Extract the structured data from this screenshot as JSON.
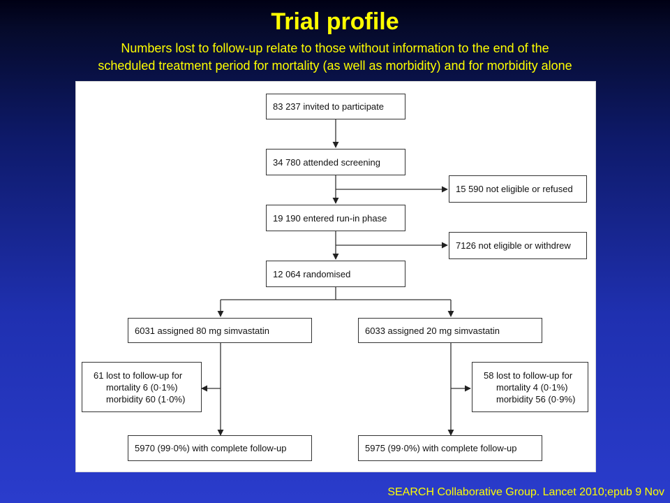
{
  "slide": {
    "title": "Trial profile",
    "subtitle_line1": "Numbers lost to follow-up relate to those without information to the end of the",
    "subtitle_line2": "scheduled treatment period for mortality (as well as morbidity) and for morbidity alone",
    "citation": "SEARCH Collaborative Group. Lancet 2010;epub 9 Nov"
  },
  "flowchart": {
    "invited": "83 237 invited to participate",
    "screening": "34 780 attended screening",
    "excluded_screening": "15 590 not eligible or refused",
    "run_in": "19 190 entered run-in phase",
    "excluded_run_in": "7126 not eligible or withdrew",
    "randomised": "12 064 randomised",
    "arm_80": {
      "assigned": "6031 assigned 80 mg simvastatin",
      "lost_line1": "61 lost to follow-up for",
      "lost_line2": "mortality 6 (0·1%)",
      "lost_line3": "morbidity 60 (1·0%)",
      "complete": "5970 (99·0%) with complete follow-up"
    },
    "arm_20": {
      "assigned": "6033 assigned 20 mg simvastatin",
      "lost_line1": "58 lost to follow-up for",
      "lost_line2": "mortality 4 (0·1%)",
      "lost_line3": "morbidity 56 (0·9%)",
      "complete": "5975 (99·0%) with complete follow-up"
    }
  },
  "colors": {
    "title": "#ffff00",
    "background_top": "#000014",
    "background_bottom": "#2a3ccc",
    "box_border": "#333333"
  }
}
